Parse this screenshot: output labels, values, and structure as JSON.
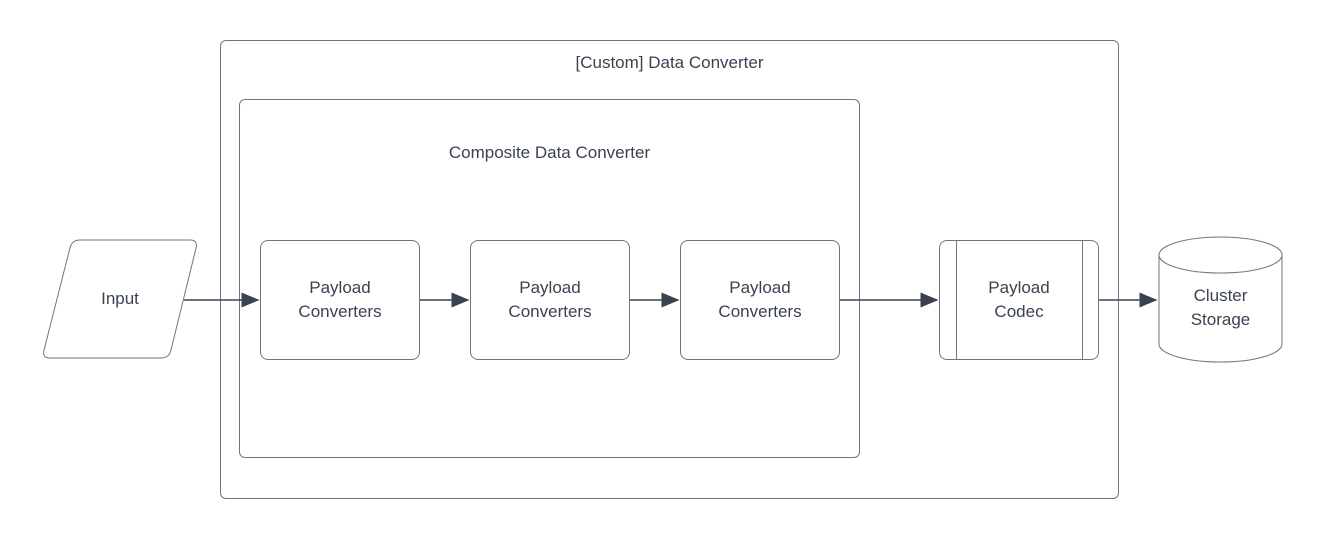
{
  "diagram": {
    "background_color": "#ffffff",
    "border_color": "#6f7682",
    "arrow_color": "#3a4252",
    "text_color": "#3a4252",
    "groups": [
      {
        "id": "custom-data-converter",
        "label": "[Custom] Data Converter"
      },
      {
        "id": "composite-data-converter",
        "label": "Composite Data Converter"
      }
    ],
    "nodes": [
      {
        "id": "input",
        "shape": "parallelogram",
        "label": "Input"
      },
      {
        "id": "payload-converters-1",
        "shape": "rounded-rect",
        "label": "Payload\nConverters"
      },
      {
        "id": "payload-converters-2",
        "shape": "rounded-rect",
        "label": "Payload\nConverters"
      },
      {
        "id": "payload-converters-3",
        "shape": "rounded-rect",
        "label": "Payload\nConverters"
      },
      {
        "id": "payload-codec",
        "shape": "predefined-process",
        "label": "Payload\nCodec"
      },
      {
        "id": "cluster-storage",
        "shape": "cylinder",
        "label": "Cluster\nStorage"
      }
    ],
    "edges": [
      {
        "from": "input",
        "to": "payload-converters-1"
      },
      {
        "from": "payload-converters-1",
        "to": "payload-converters-2"
      },
      {
        "from": "payload-converters-2",
        "to": "payload-converters-3"
      },
      {
        "from": "payload-converters-3",
        "to": "payload-codec"
      },
      {
        "from": "payload-codec",
        "to": "cluster-storage"
      }
    ]
  }
}
